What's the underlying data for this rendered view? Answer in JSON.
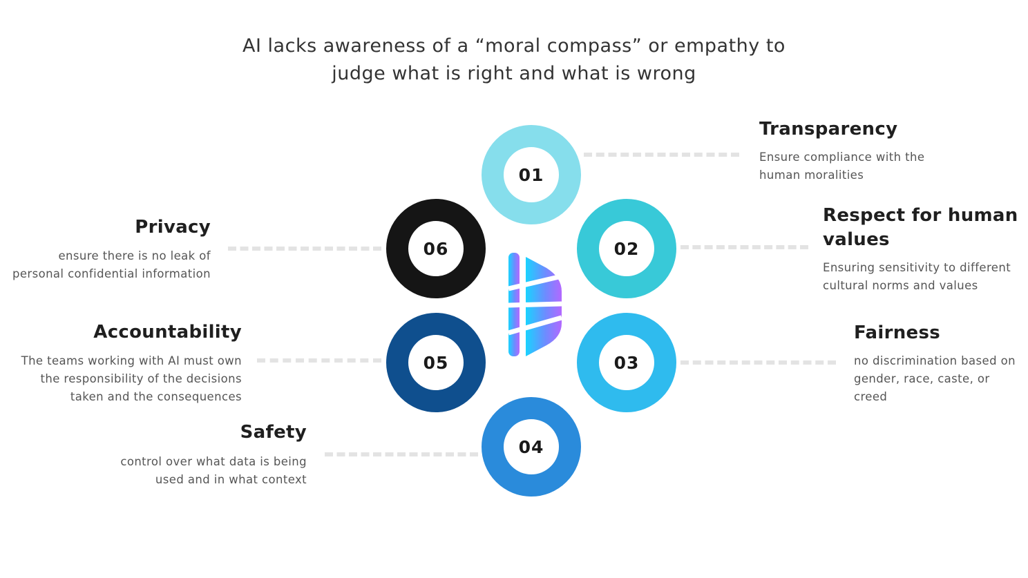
{
  "heading": {
    "line1": "AI lacks awareness of a “moral compass” or empathy to",
    "line2": "judge what is right and what is wrong"
  },
  "items": [
    {
      "number": "01",
      "title": "Transparency",
      "desc1": "Ensure compliance with the",
      "desc2": "human moralities",
      "desc3": "",
      "color": "#86deec"
    },
    {
      "number": "02",
      "title1": "Respect for human",
      "title2": "values",
      "desc1": "Ensuring sensitivity to different",
      "desc2": "cultural norms and values",
      "desc3": "",
      "color": "#38c9d8"
    },
    {
      "number": "03",
      "title": "Fairness",
      "desc1": "no discrimination based on",
      "desc2": "gender, race, caste, or",
      "desc3": "creed",
      "color": "#2fbbee"
    },
    {
      "number": "04",
      "title": "Safety",
      "desc1": "control over what data is being",
      "desc2": "used and in what context",
      "desc3": "",
      "color": "#2a8bdb"
    },
    {
      "number": "05",
      "title": "Accountability",
      "desc1": "The teams working with AI must own",
      "desc2": "the responsibility of the decisions",
      "desc3": "taken and the consequences",
      "color": "#0f4f8e"
    },
    {
      "number": "06",
      "title": "Privacy",
      "desc1": "ensure there is no leak of",
      "desc2": "personal confidential information",
      "desc3": "",
      "color": "#151515"
    }
  ],
  "center_logo": "app-logo"
}
